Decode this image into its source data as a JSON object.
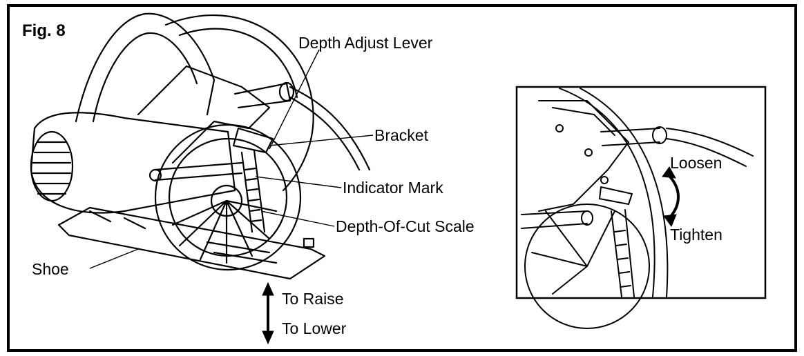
{
  "figure": {
    "label": "Fig. 8",
    "labels": {
      "depth_adjust_lever": "Depth Adjust Lever",
      "bracket": "Bracket",
      "indicator_mark": "Indicator Mark",
      "depth_scale": "Depth-Of-Cut Scale",
      "shoe": "Shoe",
      "to_raise": "To Raise",
      "to_lower": "To Lower"
    },
    "inset": {
      "loosen": "Loosen",
      "tighten": "Tighten"
    }
  }
}
